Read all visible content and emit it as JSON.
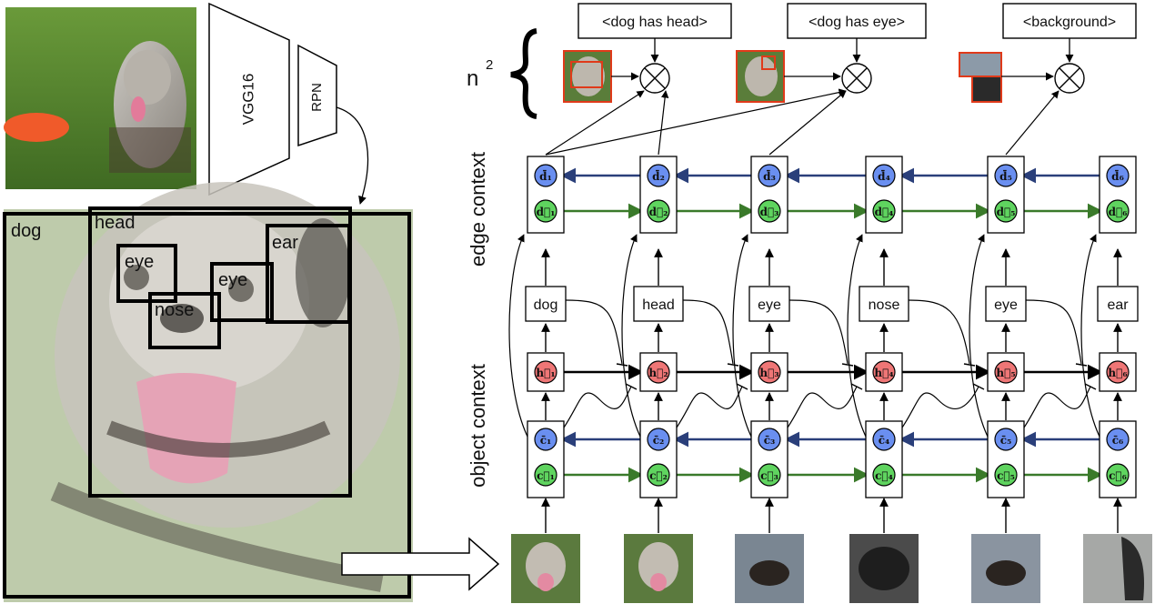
{
  "left_panel": {
    "backbone_label": "VGG16",
    "rpn_label": "RPN",
    "region_labels": [
      "dog",
      "head",
      "eye",
      "nose",
      "eye",
      "ear"
    ]
  },
  "axis_labels": {
    "edge_context": "edge context",
    "object_context": "object context"
  },
  "relation_labels": [
    "<dog has head>",
    "<dog has eye>",
    "<background>"
  ],
  "n_squared": {
    "base": "n",
    "exponent": "2"
  },
  "columns": [
    {
      "object_label": "dog",
      "d_back": "d̄₁",
      "d_fwd": "d⃗₁",
      "h": "h⃗₁",
      "c_back": "c̄₁",
      "c_fwd": "c⃗₁"
    },
    {
      "object_label": "head",
      "d_back": "d̄₂",
      "d_fwd": "d⃗₂",
      "h": "h⃗₂",
      "c_back": "c̄₂",
      "c_fwd": "c⃗₂"
    },
    {
      "object_label": "eye",
      "d_back": "d̄₃",
      "d_fwd": "d⃗₃",
      "h": "h⃗₃",
      "c_back": "c̄₃",
      "c_fwd": "c⃗₃"
    },
    {
      "object_label": "nose",
      "d_back": "d̄₄",
      "d_fwd": "d⃗₄",
      "h": "h⃗₄",
      "c_back": "c̄₄",
      "c_fwd": "c⃗₄"
    },
    {
      "object_label": "eye",
      "d_back": "d̄₅",
      "d_fwd": "d⃗₅",
      "h": "h⃗₅",
      "c_back": "c̄₅",
      "c_fwd": "c⃗₅"
    },
    {
      "object_label": "ear",
      "d_back": "d̄₆",
      "d_fwd": "d⃗₆",
      "h": "h⃗₆",
      "c_back": "c̄₆",
      "c_fwd": "c⃗₆"
    }
  ],
  "colors": {
    "blue_node": "#6a8ff0",
    "green_node": "#5fd45f",
    "red_node": "#ef7676",
    "blue_arrow": "#2a3f7a",
    "green_arrow": "#3a7a2a",
    "crop_border": "#e03a1a"
  }
}
